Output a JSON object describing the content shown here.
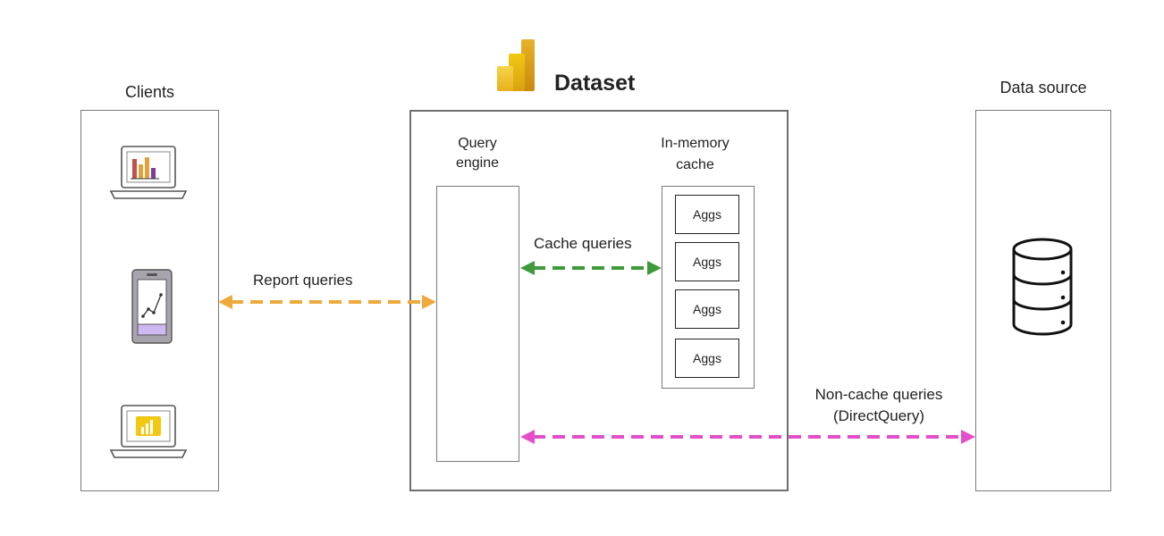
{
  "title": "Dataset",
  "clients": {
    "label": "Clients"
  },
  "data_source": {
    "label": "Data source"
  },
  "query_engine": {
    "label_line1": "Query",
    "label_line2": "engine"
  },
  "cache": {
    "label_line1": "In-memory",
    "label_line2": "cache",
    "aggs": [
      "Aggs",
      "Aggs",
      "Aggs",
      "Aggs"
    ]
  },
  "arrows": {
    "report": "Report queries",
    "cache": "Cache queries",
    "noncache_line1": "Non-cache queries",
    "noncache_line2": "(DirectQuery)"
  },
  "colors": {
    "report_arrow": "#EDA93B",
    "cache_arrow": "#3E9A3B",
    "noncache_arrow": "#E34FC9",
    "powerbi_yellow": "#F2C811"
  },
  "icons": [
    "laptop-chart-icon",
    "phone-chart-icon",
    "laptop-powerbi-icon",
    "database-icon",
    "power-bi-logo-icon"
  ]
}
